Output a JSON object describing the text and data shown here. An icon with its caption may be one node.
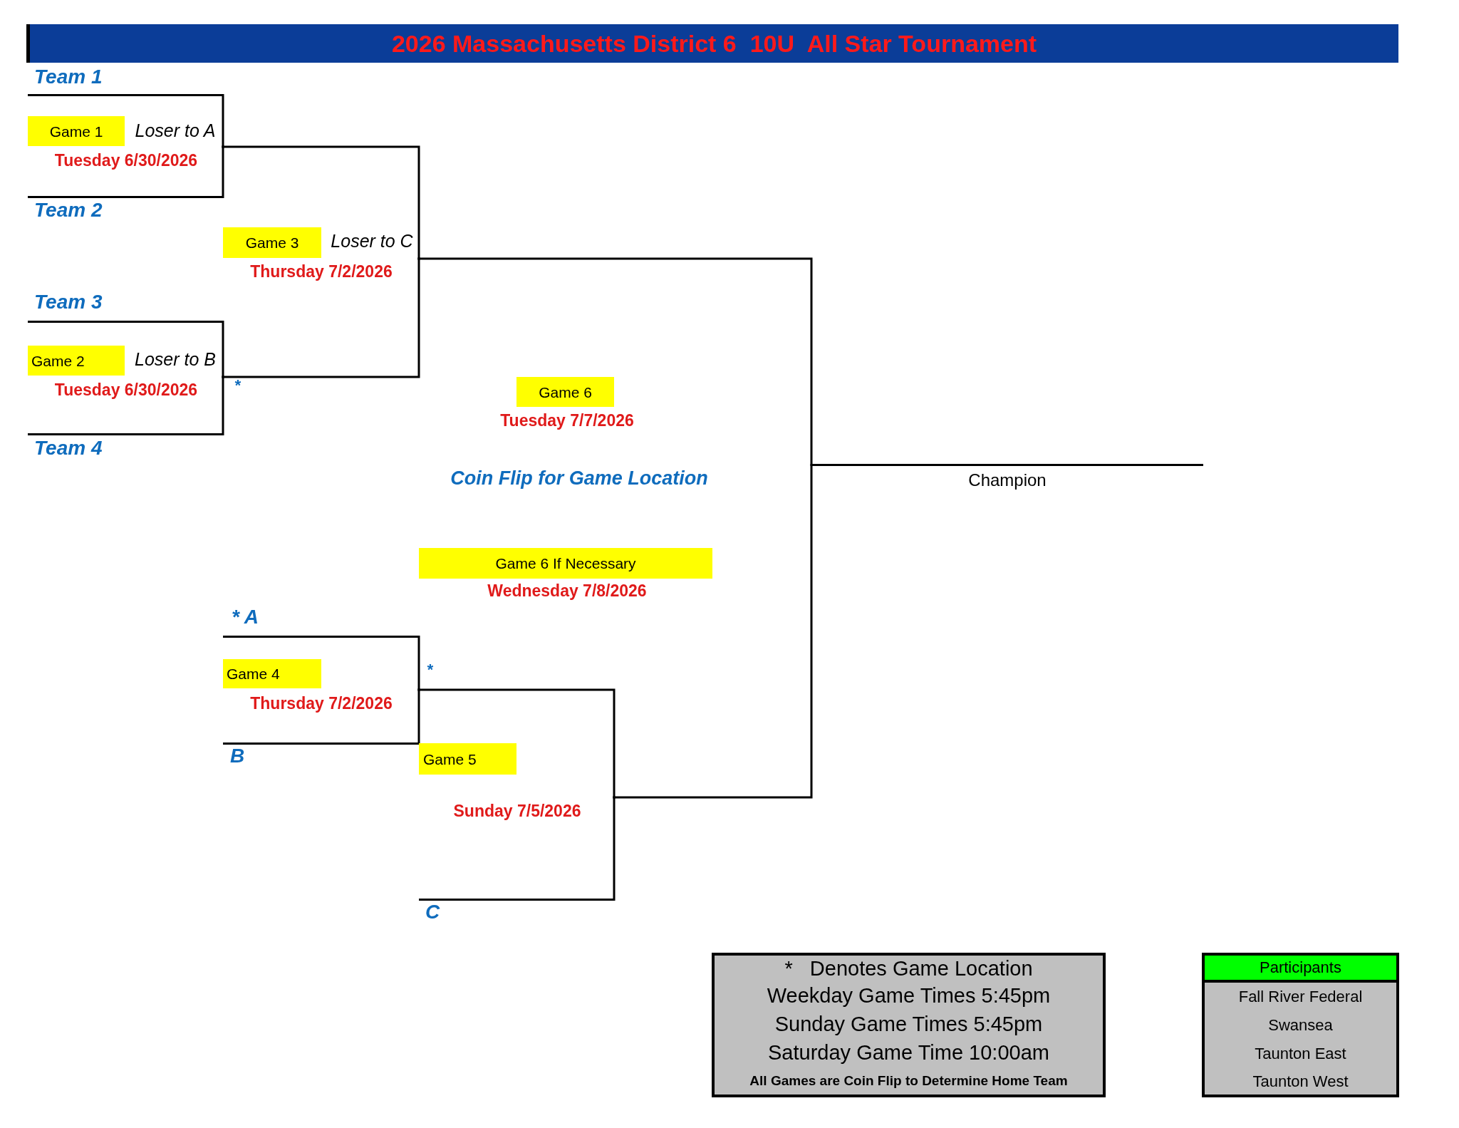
{
  "diagram": {
    "title": "2026 Massachusetts District 6  10U  All Star Tournament",
    "nodes": [
      {
        "text": [
          "Team 1"
        ]
      },
      {
        "text": [
          "Game 1"
        ],
        "beside": [
          "Loser to A",
          "Tuesday 6/30/2026"
        ]
      },
      {
        "text": [
          "Team 2"
        ]
      },
      {
        "text": [
          "Game 3"
        ],
        "beside": [
          "Loser to C",
          "Thursday 7/2/2026"
        ]
      },
      {
        "text": [
          "Team 3"
        ]
      },
      {
        "text": [
          "Game 2"
        ],
        "beside": [
          "Loser to B",
          "Tuesday 6/30/2026"
        ]
      },
      {
        "text": [
          "Team 4"
        ]
      },
      {
        "text": [
          "Game 6"
        ],
        "beside": [
          "Tuesday 7/7/2026"
        ]
      },
      {
        "text": [
          "Champion"
        ]
      },
      {
        "text": [
          "Game 6 If Necessary"
        ],
        "beside": [
          "Wednesday 7/8/2026"
        ]
      },
      {
        "text": [
          "* A"
        ]
      },
      {
        "text": [
          "Game 4"
        ],
        "beside": [
          "Thursday 7/2/2026"
        ]
      },
      {
        "text": [
          "B"
        ]
      },
      {
        "text": [
          "Game 5"
        ],
        "beside": [
          "Sunday 7/5/2026"
        ]
      },
      {
        "text": [
          "C"
        ]
      },
      {
        "text": [
          "*   Denotes Game Location",
          "Weekday Game Times 5:45pm",
          "Sunday Game Times 5:45pm",
          "Saturday Game Time 10:00am",
          "All Games are Coin Flip to Determine Home Team"
        ]
      },
      {
        "text": [
          "Participants",
          "Fall River Federal",
          "Swansea",
          "Taunton East",
          "Taunton West"
        ]
      }
    ],
    "edges": [
      {
        "from": 0,
        "to": 8,
        "arrow": "none"
      },
      {
        "from": 2,
        "to": 8,
        "arrow": "none"
      },
      {
        "from": 4,
        "to": 8,
        "arrow": "none"
      },
      {
        "from": 6,
        "to": 8,
        "arrow": "none"
      },
      {
        "from": 10,
        "to": 8,
        "arrow": "none"
      },
      {
        "from": 12,
        "to": 8,
        "arrow": "none"
      },
      {
        "from": 14,
        "to": 8,
        "arrow": "none"
      }
    ],
    "labels": [
      "*",
      "Coin Flip for Game Location",
      "*"
    ]
  }
}
